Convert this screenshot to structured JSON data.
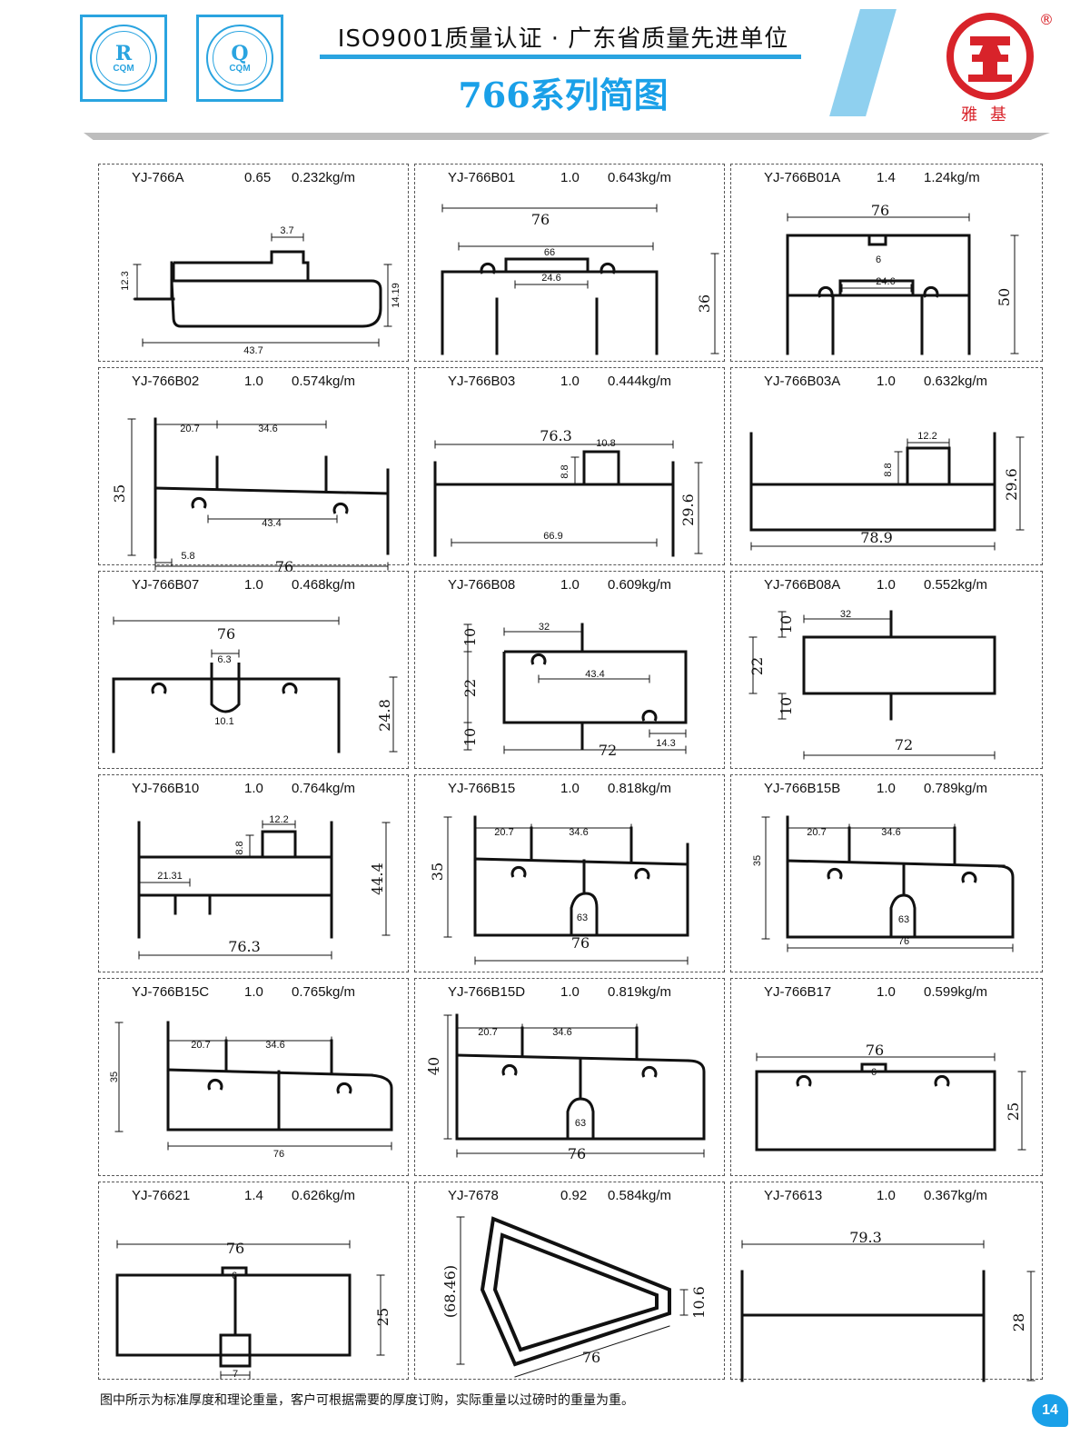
{
  "header": {
    "cert_r_letter": "R",
    "cert_r_sub": "CQM",
    "cert_q_letter": "Q",
    "cert_q_sub": "CQM",
    "title": "ISO9001质量认证 · 广东省质量先进单位",
    "series_title": "766系列简图",
    "brand_name": "雅基",
    "registered_mark": "®",
    "accent_color": "#2aa4e0",
    "brand_color": "#d8232a"
  },
  "profiles": [
    {
      "model": "YJ-766A",
      "thickness": "0.65",
      "weight": "0.232kg/m",
      "dims": [
        "3.7",
        "12.3",
        "14.19",
        "43.7"
      ]
    },
    {
      "model": "YJ-766B01",
      "thickness": "1.0",
      "weight": "0.643kg/m",
      "dims": [
        "76",
        "66",
        "24.6",
        "36"
      ]
    },
    {
      "model": "YJ-766B01A",
      "thickness": "1.4",
      "weight": "1.24kg/m",
      "dims": [
        "76",
        "6",
        "24.6",
        "50"
      ]
    },
    {
      "model": "YJ-766B02",
      "thickness": "1.0",
      "weight": "0.574kg/m",
      "dims": [
        "20.7",
        "34.6",
        "35",
        "43.4",
        "5.8",
        "76"
      ]
    },
    {
      "model": "YJ-766B03",
      "thickness": "1.0",
      "weight": "0.444kg/m",
      "dims": [
        "76.3",
        "10.8",
        "8.8",
        "29.6",
        "66.9"
      ]
    },
    {
      "model": "YJ-766B03A",
      "thickness": "1.0",
      "weight": "0.632kg/m",
      "dims": [
        "12.2",
        "8.8",
        "29.6",
        "78.9"
      ]
    },
    {
      "model": "YJ-766B07",
      "thickness": "1.0",
      "weight": "0.468kg/m",
      "dims": [
        "76",
        "6.3",
        "24.8",
        "10.1"
      ]
    },
    {
      "model": "YJ-766B08",
      "thickness": "1.0",
      "weight": "0.609kg/m",
      "dims": [
        "10",
        "32",
        "22",
        "43.4",
        "10",
        "72",
        "14.3"
      ]
    },
    {
      "model": "YJ-766B08A",
      "thickness": "1.0",
      "weight": "0.552kg/m",
      "dims": [
        "10",
        "32",
        "22",
        "10",
        "72"
      ]
    },
    {
      "model": "YJ-766B10",
      "thickness": "1.0",
      "weight": "0.764kg/m",
      "dims": [
        "12.2",
        "8.8",
        "21.31",
        "44.4",
        "76.3"
      ]
    },
    {
      "model": "YJ-766B15",
      "thickness": "1.0",
      "weight": "0.818kg/m",
      "dims": [
        "20.7",
        "34.6",
        "35",
        "63",
        "76"
      ]
    },
    {
      "model": "YJ-766B15B",
      "thickness": "1.0",
      "weight": "0.789kg/m",
      "dims": [
        "20.7",
        "34.6",
        "35",
        "63",
        "76"
      ]
    },
    {
      "model": "YJ-766B15C",
      "thickness": "1.0",
      "weight": "0.765kg/m",
      "dims": [
        "20.7",
        "34.6",
        "35",
        "76"
      ]
    },
    {
      "model": "YJ-766B15D",
      "thickness": "1.0",
      "weight": "0.819kg/m",
      "dims": [
        "20.7",
        "34.6",
        "40",
        "63",
        "76"
      ]
    },
    {
      "model": "YJ-766B17",
      "thickness": "1.0",
      "weight": "0.599kg/m",
      "dims": [
        "76",
        "6",
        "25"
      ]
    },
    {
      "model": "YJ-76621",
      "thickness": "1.4",
      "weight": "0.626kg/m",
      "dims": [
        "76",
        "6",
        "25",
        "7"
      ]
    },
    {
      "model": "YJ-7678",
      "thickness": "0.92",
      "weight": "0.584kg/m",
      "dims": [
        "(68.46)",
        "10.6",
        "76"
      ]
    },
    {
      "model": "YJ-76613",
      "thickness": "1.0",
      "weight": "0.367kg/m",
      "dims": [
        "79.3",
        "28"
      ]
    }
  ],
  "footer": {
    "note": "图中所示为标准厚度和理论重量，客户可根据需要的厚度订购，实际重量以过磅时的重量为重。",
    "page_number": "14"
  }
}
